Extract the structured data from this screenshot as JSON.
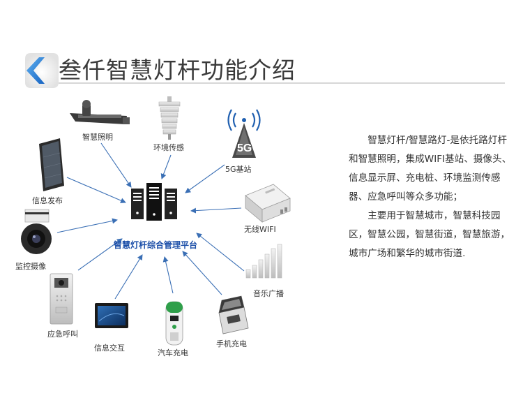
{
  "header": {
    "title": "叁仟智慧灯杆功能介绍"
  },
  "diagram": {
    "center_label": "智慧灯杆综合管理平台",
    "nodes": [
      {
        "id": "smart-lighting",
        "label": "智慧照明",
        "icon": "street-lamp-icon"
      },
      {
        "id": "env-sensor",
        "label": "环境传感",
        "icon": "weather-sensor-icon"
      },
      {
        "id": "5g",
        "label": "5G基站",
        "icon": "5g-tower-icon"
      },
      {
        "id": "info-release",
        "label": "信息发布",
        "icon": "display-panel-icon"
      },
      {
        "id": "wifi",
        "label": "无线WIFI",
        "icon": "wifi-router-icon"
      },
      {
        "id": "camera",
        "label": "监控摄像",
        "icon": "dome-camera-icon"
      },
      {
        "id": "audio",
        "label": "音乐广播",
        "icon": "signal-bars-icon"
      },
      {
        "id": "emergency",
        "label": "应急呼叫",
        "icon": "intercom-icon"
      },
      {
        "id": "interaction",
        "label": "信息交互",
        "icon": "touchscreen-icon"
      },
      {
        "id": "ev-charging",
        "label": "汽车充电",
        "icon": "ev-charger-icon"
      },
      {
        "id": "phone-charging",
        "label": "手机充电",
        "icon": "phone-charger-icon"
      }
    ]
  },
  "description": {
    "paragraphs": [
      "智慧灯杆/智慧路灯-是依托路灯杆和智慧照明，集成WIFI基站、摄像头、信息显示屏、充电桩、环境监测传感器、应急呼叫等众多功能；",
      "主要用于智慧城市，智慧科技园区，智慧公园，智慧街道，智慧旅游，城市广场和繁华的城市街道."
    ]
  },
  "colors": {
    "accent": "#1b4ea8",
    "logo": "#2d7fd6",
    "arrow": "#3a6fb5"
  }
}
